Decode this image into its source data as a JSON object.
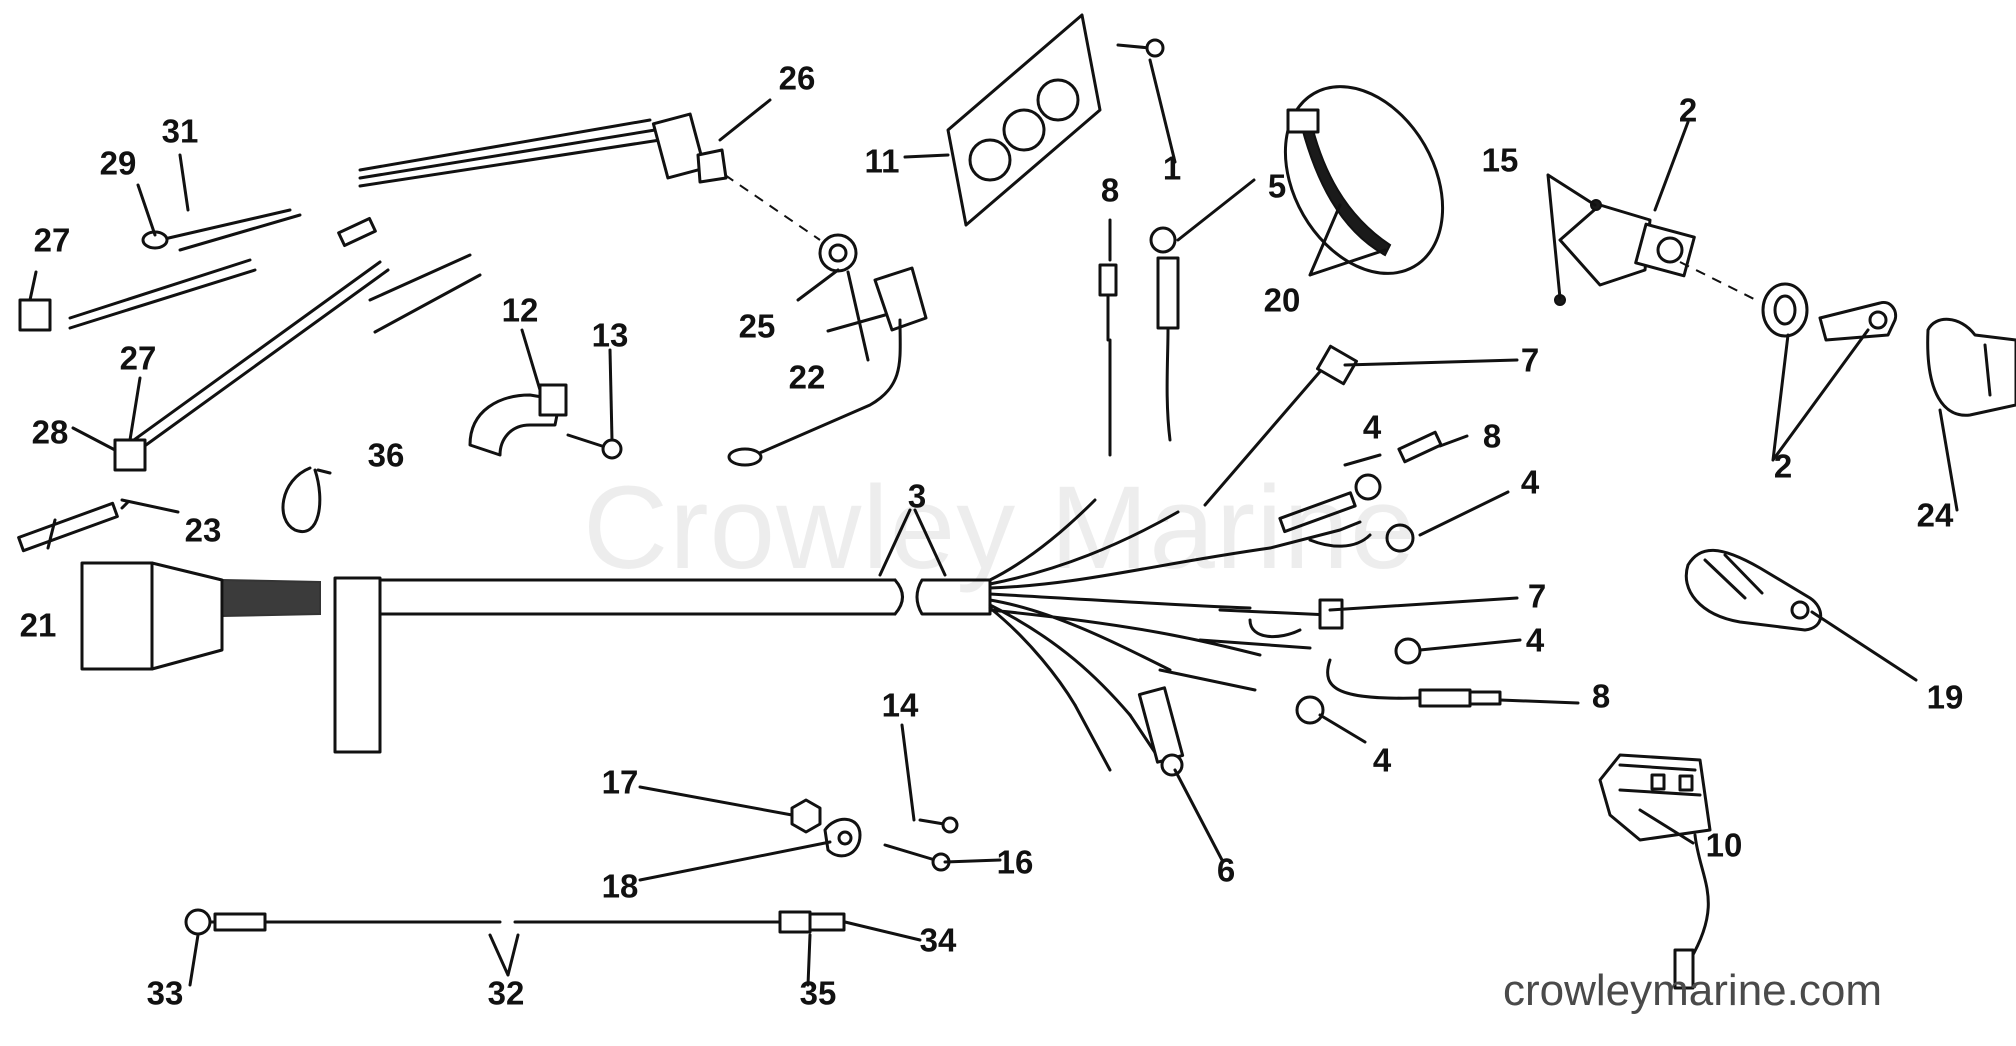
{
  "watermark": "Crowley Marine",
  "site_url": "crowleymarine.com",
  "callouts": {
    "c1": "1",
    "c2a": "2",
    "c2b": "2",
    "c3": "3",
    "c4a": "4",
    "c4b": "4",
    "c4c": "4",
    "c4d": "4",
    "c5": "5",
    "c6": "6",
    "c7a": "7",
    "c7b": "7",
    "c8a": "8",
    "c8b": "8",
    "c8c": "8",
    "c10": "10",
    "c11": "11",
    "c12": "12",
    "c13": "13",
    "c14": "14",
    "c15": "15",
    "c16": "16",
    "c17": "17",
    "c18": "18",
    "c19": "19",
    "c20": "20",
    "c21": "21",
    "c22": "22",
    "c23": "23",
    "c24": "24",
    "c25": "25",
    "c26": "26",
    "c27a": "27",
    "c27b": "27",
    "c28": "28",
    "c29": "29",
    "c31": "31",
    "c32": "32",
    "c33": "33",
    "c34": "34",
    "c35": "35",
    "c36": "36"
  }
}
